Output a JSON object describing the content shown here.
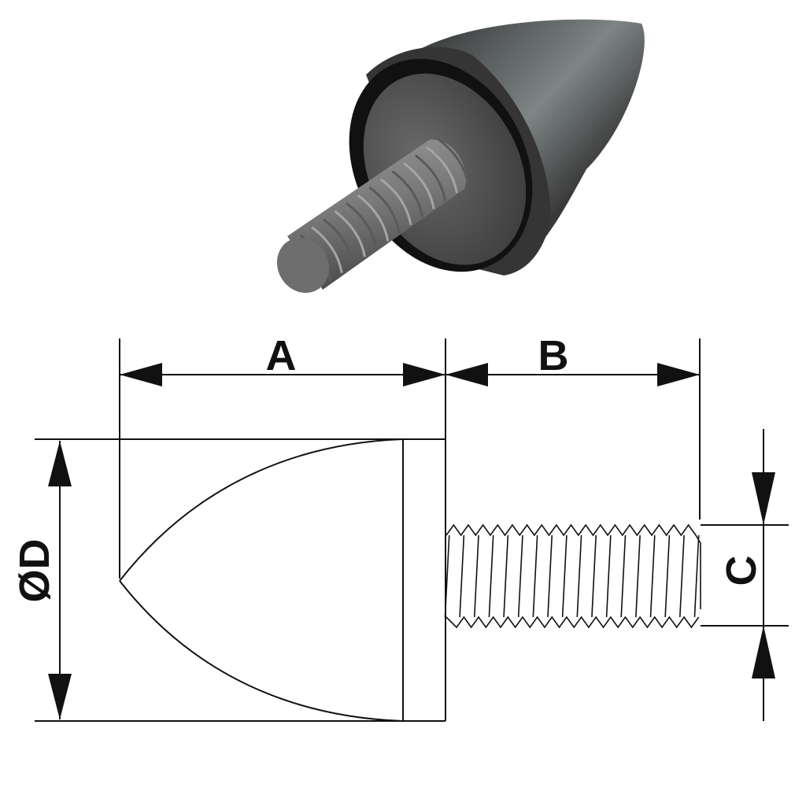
{
  "dimensions": {
    "a": "A",
    "b": "B",
    "c": "C",
    "d": "ØD"
  },
  "colors": {
    "rubber": "#3a3a3a",
    "metal": "#8a8a8a",
    "line": "#111111"
  },
  "thread_turns": 17
}
